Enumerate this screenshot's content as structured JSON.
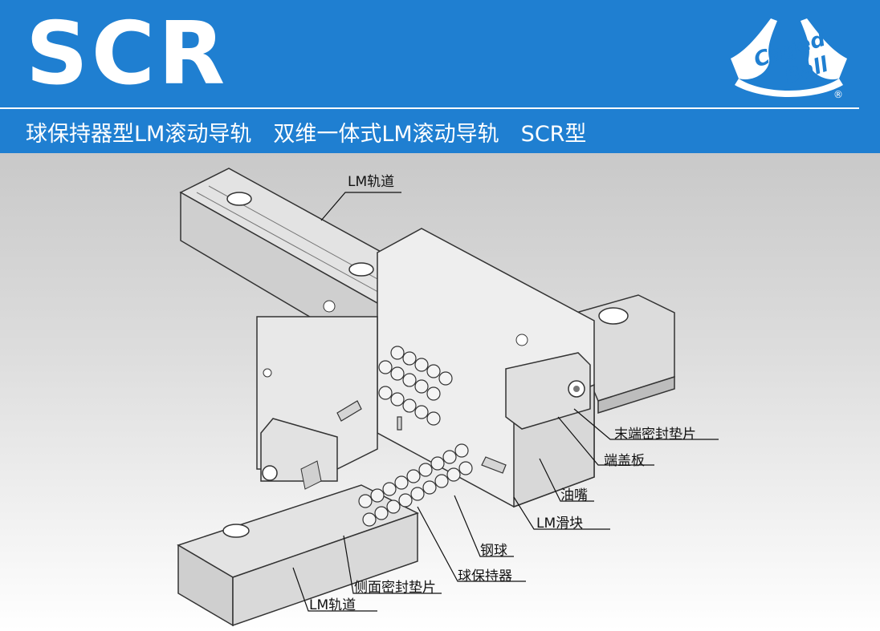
{
  "header": {
    "title": "SCR",
    "subtitle": "球保持器型LM滚动导轨　双维一体式LM滚动导轨　SCR型",
    "badge": {
      "word1": "Caged",
      "word2": "Ball",
      "mark": "®"
    }
  },
  "callouts": {
    "top_rail": "LM轨道",
    "end_seal": "末端密封垫片",
    "end_plate": "端盖板",
    "grease_nipple": "油嘴",
    "lm_block": "LM滑块",
    "steel_ball": "钢球",
    "ball_cage": "球保持器",
    "side_seal": "侧面密封垫片",
    "bottom_rail": "LM轨道"
  }
}
